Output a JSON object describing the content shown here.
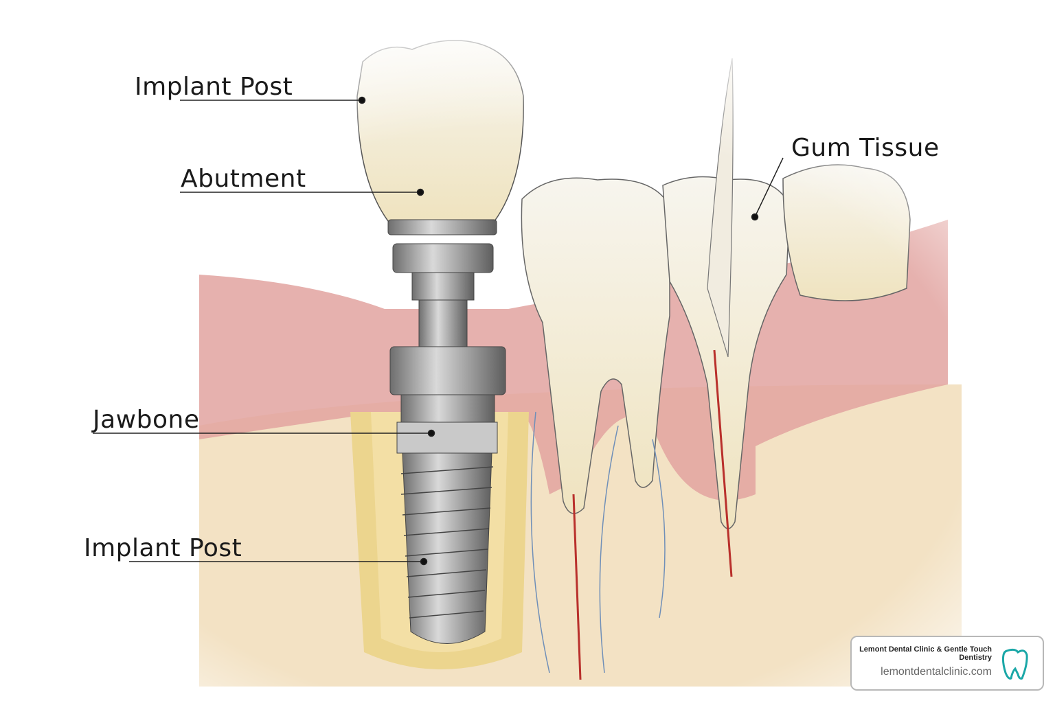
{
  "labels": {
    "implant_post_top": "Implant Post",
    "abutment": "Abutment",
    "jawbone": "Jawbone",
    "implant_post_bottom": "Implant Post",
    "gum_tissue": "Gum Tissue"
  },
  "branding": {
    "clinic_name": "Lemont Dental Clinic & Gentle Touch Dentistry",
    "website": "lemontdentalclinic.com",
    "icon": "tooth-icon"
  },
  "colors": {
    "gum": "#e2a3a0",
    "bone": "#f3e2c4",
    "tooth": "#f3eedc",
    "metal": "#9a9a9a",
    "brand": "#1aa7a7"
  }
}
